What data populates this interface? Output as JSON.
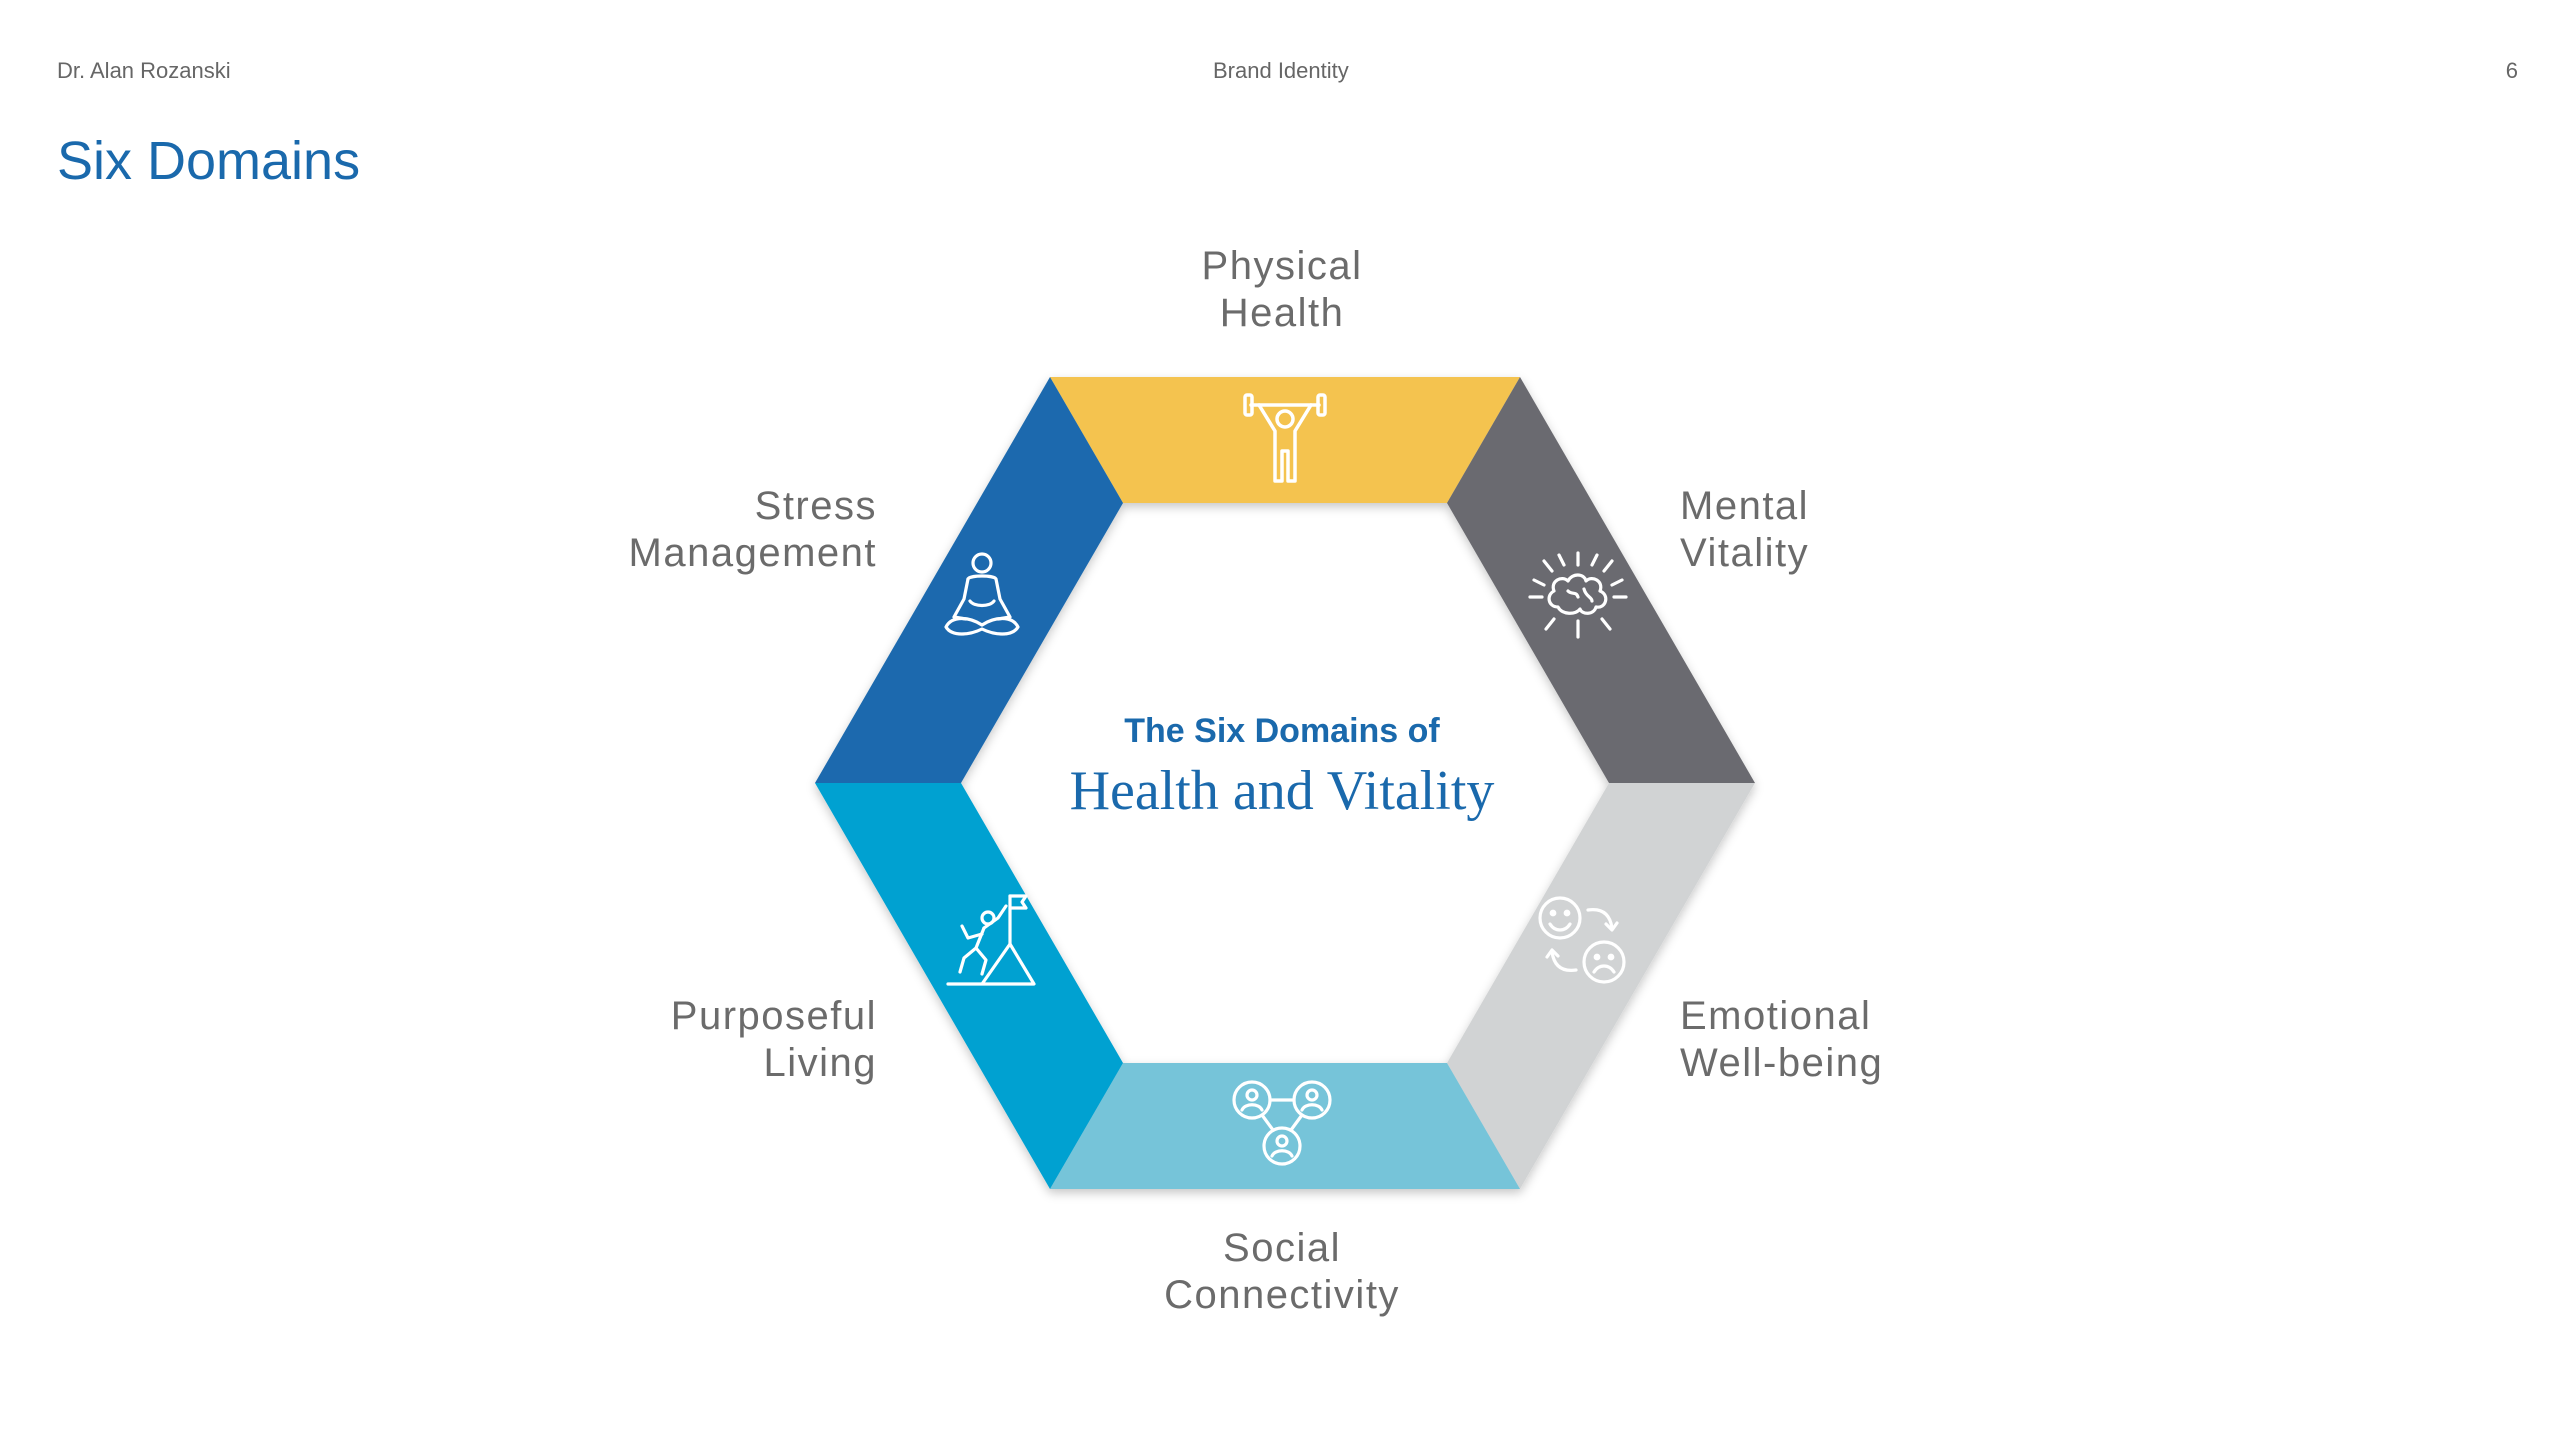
{
  "header": {
    "author": "Dr. Alan Rozanski",
    "section": "Brand Identity",
    "page_number": "6"
  },
  "page_title": "Six Domains",
  "center": {
    "line1": "The Six Domains of",
    "line2": "Health and Vitality"
  },
  "domains": [
    {
      "id": "physical",
      "line1": "Physical",
      "line2": "Health",
      "color": "#f4c34f",
      "icon": "weightlifter-icon"
    },
    {
      "id": "mental",
      "line1": "Mental",
      "line2": "Vitality",
      "color": "#6b6b70",
      "icon": "brain-icon"
    },
    {
      "id": "emotional",
      "line1": "Emotional",
      "line2": "Well-being",
      "color": "#d1d3d4",
      "icon": "mood-swap-icon"
    },
    {
      "id": "social",
      "line1": "Social",
      "line2": "Connectivity",
      "color": "#76c4d9",
      "icon": "people-network-icon"
    },
    {
      "id": "purposeful",
      "line1": "Purposeful",
      "line2": "Living",
      "color": "#06a1d1",
      "icon": "climber-flag-icon"
    },
    {
      "id": "stress",
      "line1": "Stress",
      "line2": "Management",
      "color": "#1a69ae",
      "icon": "meditation-icon"
    }
  ]
}
